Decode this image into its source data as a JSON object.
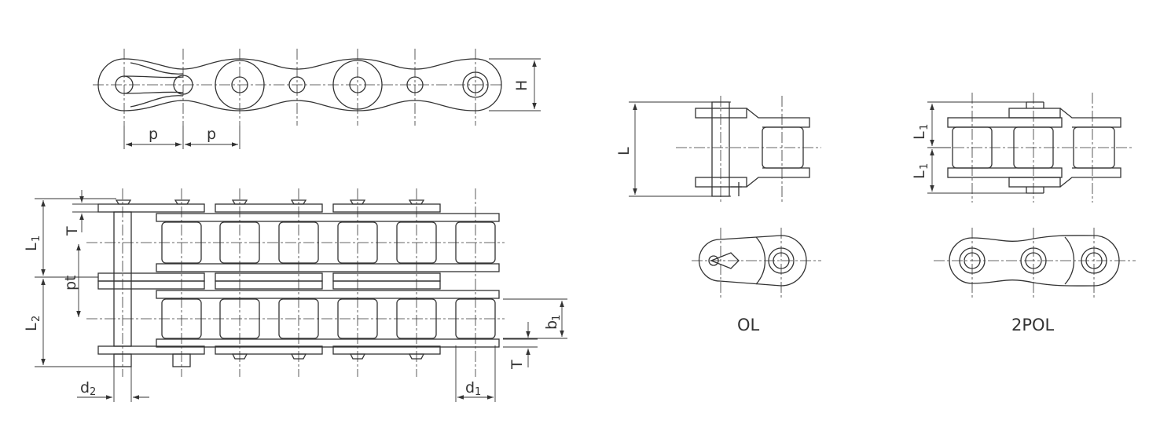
{
  "labels": {
    "pitch": "p",
    "height": "H",
    "length": "L",
    "l1": "L",
    "l2": "L",
    "l1_sub": "1",
    "l2_sub": "2",
    "pt": "pt",
    "thickness": "T",
    "b": "b",
    "b_sub": "1",
    "d": "d",
    "d1_sub": "1",
    "d2_sub": "2"
  },
  "captions": {
    "ol": "OL",
    "pol2": "2POL"
  },
  "colors": {
    "stroke": "#333333",
    "background": "#ffffff"
  }
}
